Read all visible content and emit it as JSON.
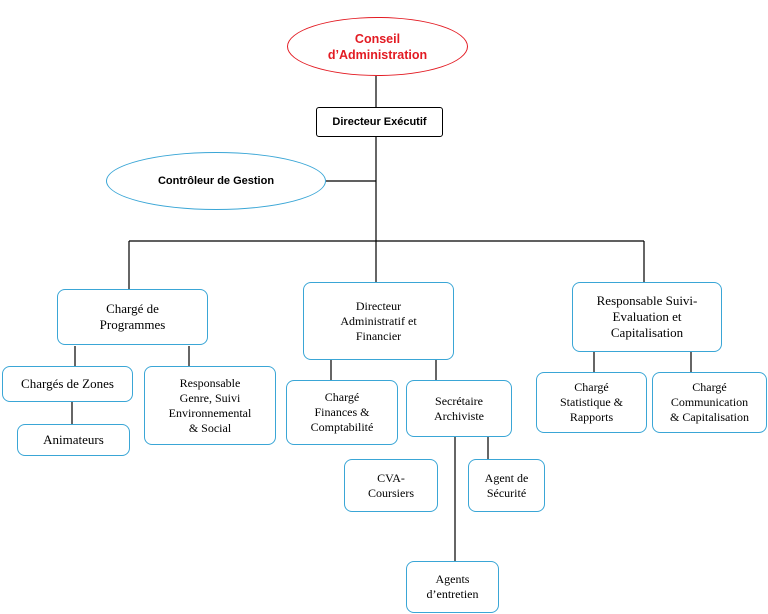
{
  "org": {
    "conseil": "Conseil\nd’Administration",
    "directeur_executif": "Directeur Exécutif",
    "controleur": "Contrôleur de Gestion",
    "charge_programmes": "Chargé de\nProgrammes",
    "daf": "Directeur\nAdministratif et\nFinancier",
    "resp_suivi": "Responsable Suivi-\nEvaluation et\nCapitalisation",
    "charges_zones": "Chargés de Zones",
    "animateurs": "Animateurs",
    "resp_genre": "Responsable\nGenre, Suivi\nEnvironnemental\n& Social",
    "charge_finances": "Chargé\nFinances &\nComptabilité",
    "secretaire": "Secrétaire\nArchiviste",
    "cva": "CVA-\nCoursiers",
    "agent_securite": "Agent de\nSécurité",
    "agents_entretien": "Agents\nd’entretien",
    "charge_statistique": "Chargé\nStatistique &\nRapports",
    "charge_communication": "Chargé\nCommunication\n& Capitalisation"
  },
  "colors": {
    "accent_red": "#e31b23",
    "box_border": "#3aa6d6",
    "line": "#000000"
  }
}
